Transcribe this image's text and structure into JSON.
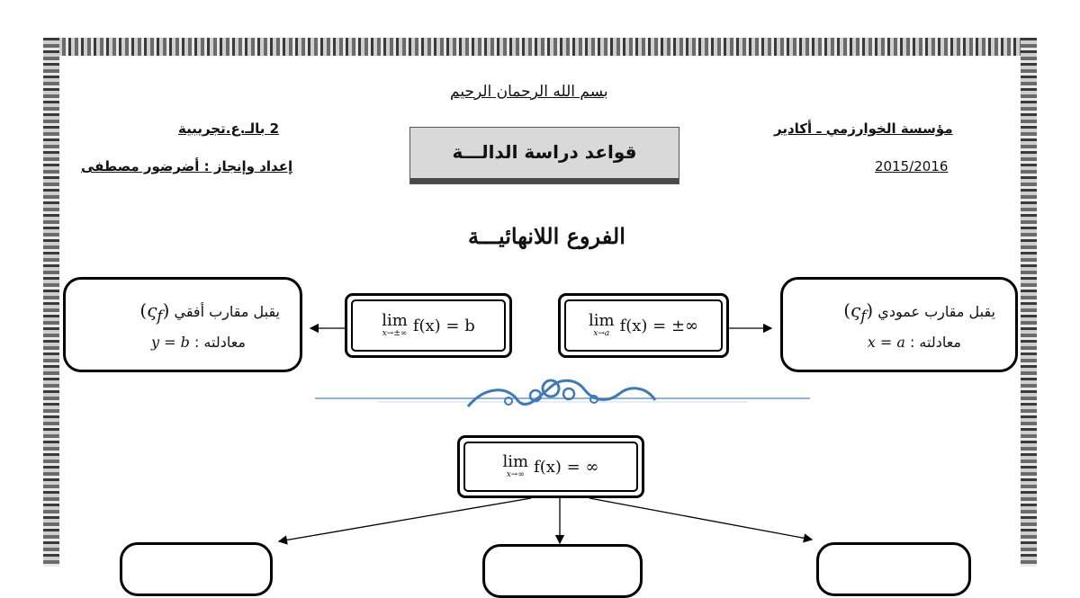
{
  "header": {
    "basmala": "بسم الله الرحمان الرحيم",
    "school": "مؤسسة الخوارزمي ـ أكادير",
    "year": "2015/2016",
    "level": "2 بالـ.ع.تجريبية",
    "author_prefix": "إعداد وإنجاز : ",
    "author_name": "أضرضور مصطفى",
    "title": "قواعد دراسة الدالـــة"
  },
  "section_title": "الفروع اللانهائيـــة",
  "horizontal_asymptote": {
    "limit_sub": "x→±∞",
    "limit_expr": "f(x) = b",
    "desc": "يقبل مقارب أفقي",
    "curve": "ς",
    "curve_sub": "f",
    "equation_label": "معادلته : ",
    "equation": "y = b"
  },
  "vertical_asymptote": {
    "limit_sub": "x→a",
    "limit_expr": "f(x) = ±∞",
    "desc": "يقبل مقارب عمودي",
    "curve": "ς",
    "curve_sub": "f",
    "equation_label": "معادلته : ",
    "equation": "x = a"
  },
  "infinite_branch": {
    "limit_sub": "x→∞",
    "limit_expr": "f(x) = ∞"
  },
  "lim_label": "lim",
  "colors": {
    "ornament": "#3f7ab8",
    "divider": "#8fb4db",
    "title_box": "#d9d9d9"
  }
}
